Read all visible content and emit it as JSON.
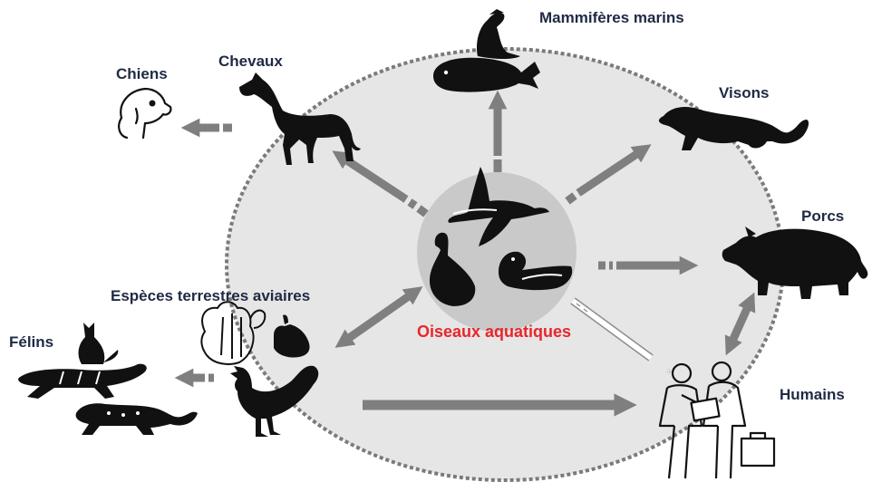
{
  "diagram": {
    "center_label": "Oiseaux aquatiques",
    "nodes": [
      {
        "id": "mammiferes-marins",
        "label": "Mammifères marins",
        "icon": "sea-lion-whale-icon"
      },
      {
        "id": "visons",
        "label": "Visons",
        "icon": "mink-icon"
      },
      {
        "id": "porcs",
        "label": "Porcs",
        "icon": "pig-icon"
      },
      {
        "id": "humains",
        "label": "Humains",
        "icon": "humans-icon"
      },
      {
        "id": "especes-terrestres-aviaires",
        "label": "Espèces terrestres aviaires",
        "icon": "poultry-icon"
      },
      {
        "id": "felins",
        "label": "Félins",
        "icon": "felines-icon"
      },
      {
        "id": "chevaux",
        "label": "Chevaux",
        "icon": "horse-icon"
      },
      {
        "id": "chiens",
        "label": "Chiens",
        "icon": "dog-icon"
      }
    ],
    "colors": {
      "arrow": "#7f7f7f",
      "ring": "#7a7a7a",
      "ring_fill": "#e6e6e6",
      "center_fill": "#c9c9c9",
      "center_text": "#e8262b",
      "label_text": "#1f2a44"
    }
  }
}
